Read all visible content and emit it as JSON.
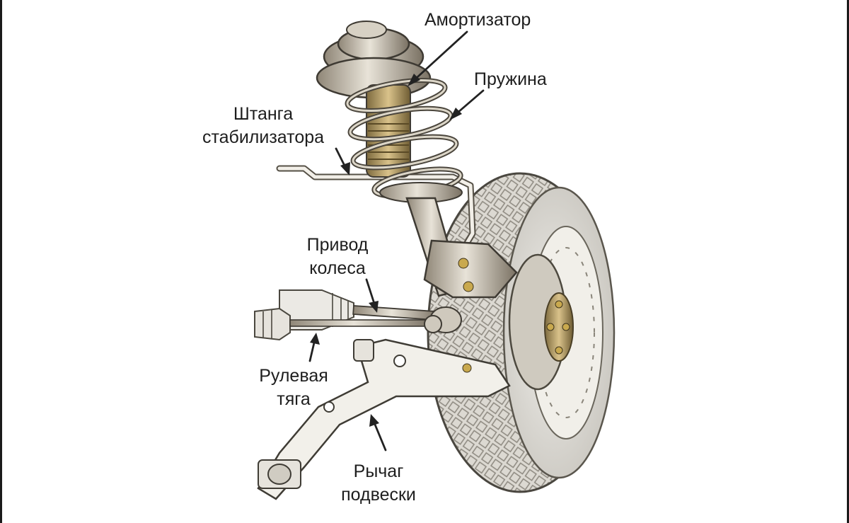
{
  "labels": {
    "shock_absorber": "Амортизатор",
    "spring": "Пружина",
    "stabilizer_bar": [
      "Штанга",
      "стабилизатора"
    ],
    "wheel_drive": [
      "Привод",
      "колеса"
    ],
    "steering_rod": [
      "Рулевая",
      "тяга"
    ],
    "suspension_arm": [
      "Рычаг",
      "подвески"
    ]
  },
  "colors": {
    "background": "#ffffff",
    "line_art": "#3a3a3a",
    "metal": "#b5ac9b",
    "metal_dark": "#6e6558",
    "tire": "#d8d6d0",
    "brass": "#c7a34a"
  }
}
